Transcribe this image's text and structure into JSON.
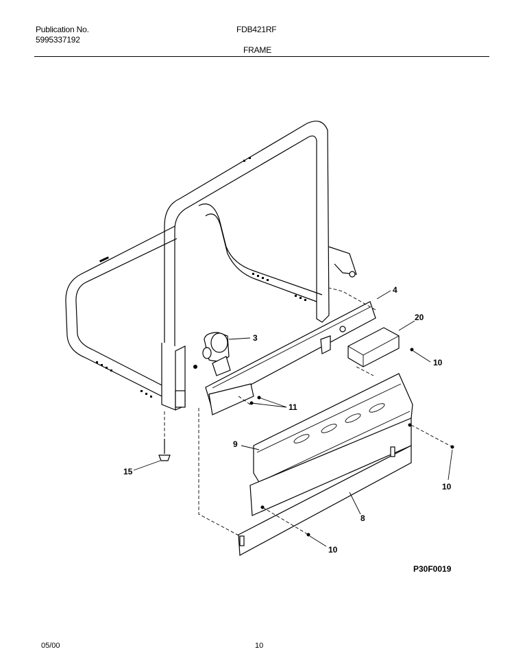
{
  "header": {
    "publication_label": "Publication No.",
    "publication_number": "5995337192",
    "model": "FDB421RF",
    "section": "FRAME"
  },
  "diagram": {
    "callouts": [
      "3",
      "4",
      "20",
      "10",
      "11",
      "9",
      "15",
      "10",
      "8",
      "10"
    ],
    "drawing_ref": "P30F0019"
  },
  "footer": {
    "date": "05/00",
    "page": "10"
  }
}
